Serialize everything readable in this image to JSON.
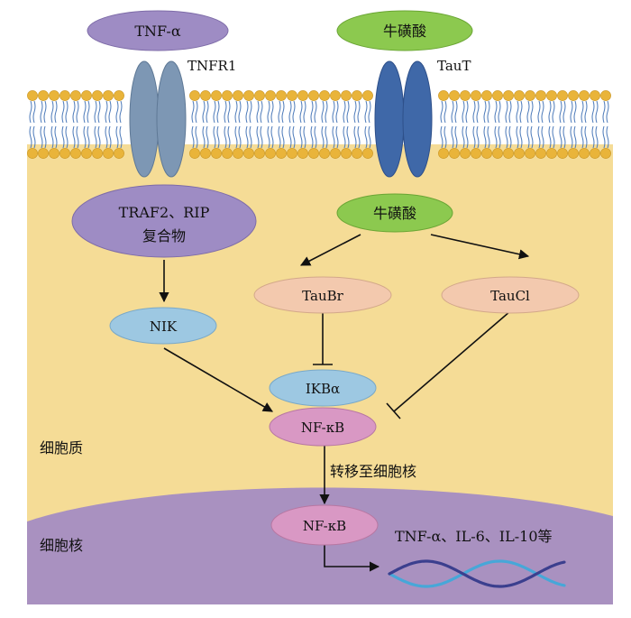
{
  "membrane_labels": {
    "tnf_ligand": "TNF-α",
    "taurine_ligand": "牛磺酸",
    "tnfr1": "TNFR1",
    "taut": "TauT"
  },
  "cytoplasm_nodes": {
    "traf2_line1": "TRAF2、RIP",
    "traf2_line2": "复合物",
    "taurine_inner": "牛磺酸",
    "taubr": "TauBr",
    "taucl": "TauCl",
    "nik": "NIK",
    "ikba": "IKBα",
    "nfkb_cyto": "NF-κB"
  },
  "regions": {
    "cytoplasm": "细胞质",
    "nucleus": "细胞核"
  },
  "translocation_label": "转移至细胞核",
  "nucleus_nodes": {
    "nfkb_nucleus": "NF-κB",
    "products": "TNF-α、IL-6、IL-10等"
  },
  "colors": {
    "purple_node": "#9e8cc4",
    "green_node": "#8cc94f",
    "peach_node": "#f3c9ae",
    "blue_node": "#9dc8e2",
    "pink_node": "#d998c4",
    "cytoplasm": "#f5dc96",
    "nucleus": "#a991c0",
    "lipid_head": "#e9b43a",
    "tnfr1_receptor": "#7d97b4",
    "taut_receptor": "#3f68a8",
    "dna_strand_1": "#47a7d8",
    "dna_strand_2": "#3b3f8e"
  }
}
